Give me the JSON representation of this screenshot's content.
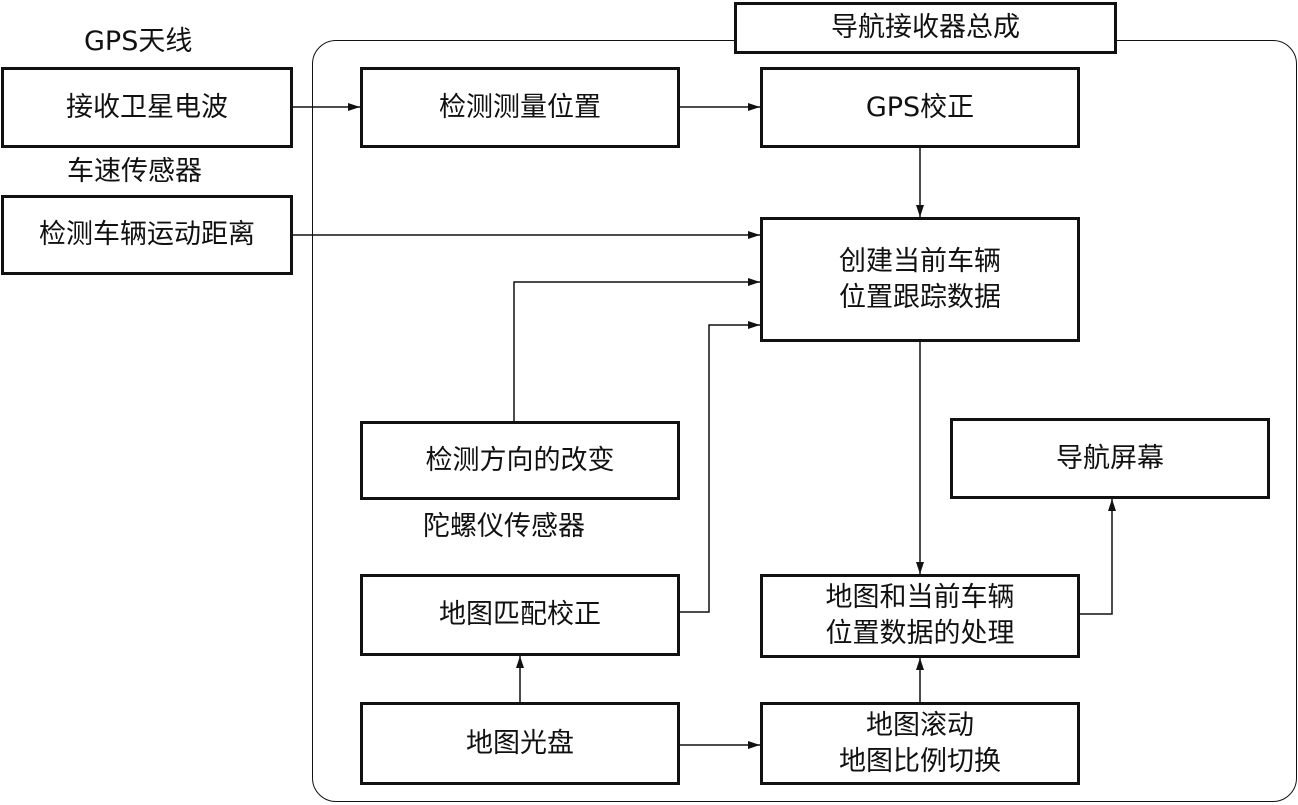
{
  "external": {
    "gps_antenna_label": "GPS天线",
    "receive_satellite": "接收卫星电波",
    "speed_sensor_label": "车速传感器",
    "detect_distance": "检测车辆运动距离"
  },
  "assembly": {
    "title": "导航接收器总成",
    "detect_position": "检测测量位置",
    "gps_correction": "GPS校正",
    "create_tracking": [
      "创建当前车辆",
      "位置跟踪数据"
    ],
    "detect_direction": "检测方向的改变",
    "gyro_sensor_label": "陀螺仪传感器",
    "map_matching": "地图匹配校正",
    "map_processing": [
      "地图和当前车辆",
      "位置数据的处理"
    ],
    "nav_screen": "导航屏幕",
    "map_disc": "地图光盘",
    "map_scroll": [
      "地图滚动",
      "地图比例切换"
    ]
  }
}
